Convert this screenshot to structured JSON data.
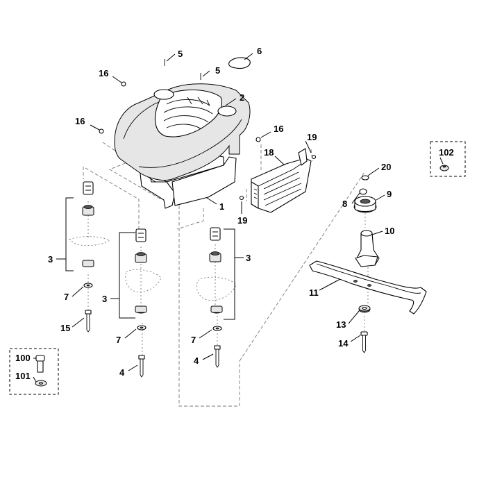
{
  "callouts": {
    "c1": "1",
    "c2": "2",
    "c3a": "3",
    "c3b": "3",
    "c3c": "3",
    "c4a": "4",
    "c4b": "4",
    "c5a": "5",
    "c5b": "5",
    "c6": "6",
    "c7a": "7",
    "c7b": "7",
    "c7c": "7",
    "c8": "8",
    "c9": "9",
    "c10": "10",
    "c11": "11",
    "c13": "13",
    "c14": "14",
    "c15": "15",
    "c16a": "16",
    "c16b": "16",
    "c16c": "16",
    "c18": "18",
    "c19a": "19",
    "c19b": "19",
    "c20": "20",
    "c100": "100",
    "c101": "101",
    "c102": "102"
  },
  "icons": {
    "engine": "engine-icon",
    "blade": "blade-icon",
    "bolt": "bolt-icon",
    "washer": "washer-icon",
    "bushing": "bushing-icon"
  }
}
